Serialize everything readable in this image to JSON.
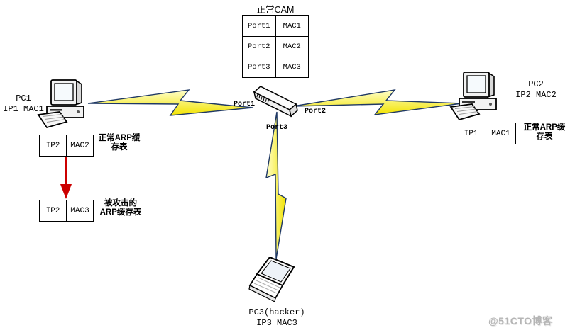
{
  "cam": {
    "title": "正常CAM",
    "rows": [
      [
        "Port1",
        "MAC1"
      ],
      [
        "Port2",
        "MAC2"
      ],
      [
        "Port3",
        "MAC3"
      ]
    ]
  },
  "switch": {
    "port1": "Port1",
    "port2": "Port2",
    "port3": "Port3"
  },
  "pc1": {
    "name": "PC1",
    "addr": "IP1 MAC1"
  },
  "pc2": {
    "name": "PC2",
    "addr": "IP2 MAC2"
  },
  "pc3": {
    "name": "PC3(hacker)",
    "addr": "IP3 MAC3"
  },
  "arp_pc1_normal": {
    "ip": "IP2",
    "mac": "MAC2",
    "label1": "正常ARP缓",
    "label2": "存表"
  },
  "arp_pc1_attacked": {
    "ip": "IP2",
    "mac": "MAC3",
    "label1": "被攻击的",
    "label2": "ARP缓存表"
  },
  "arp_pc2": {
    "ip": "IP1",
    "mac": "MAC1",
    "label1": "正常ARP缓",
    "label2": "存表"
  },
  "watermark": "@51CTO博客",
  "colors": {
    "lightning_fill": "#FFF200",
    "lightning_fill_light": "#FFFFCC",
    "lightning_stroke": "#1F3864",
    "arrow_red": "#CC0000",
    "device_fill": "#F2F2F2",
    "table_border": "#000000"
  }
}
